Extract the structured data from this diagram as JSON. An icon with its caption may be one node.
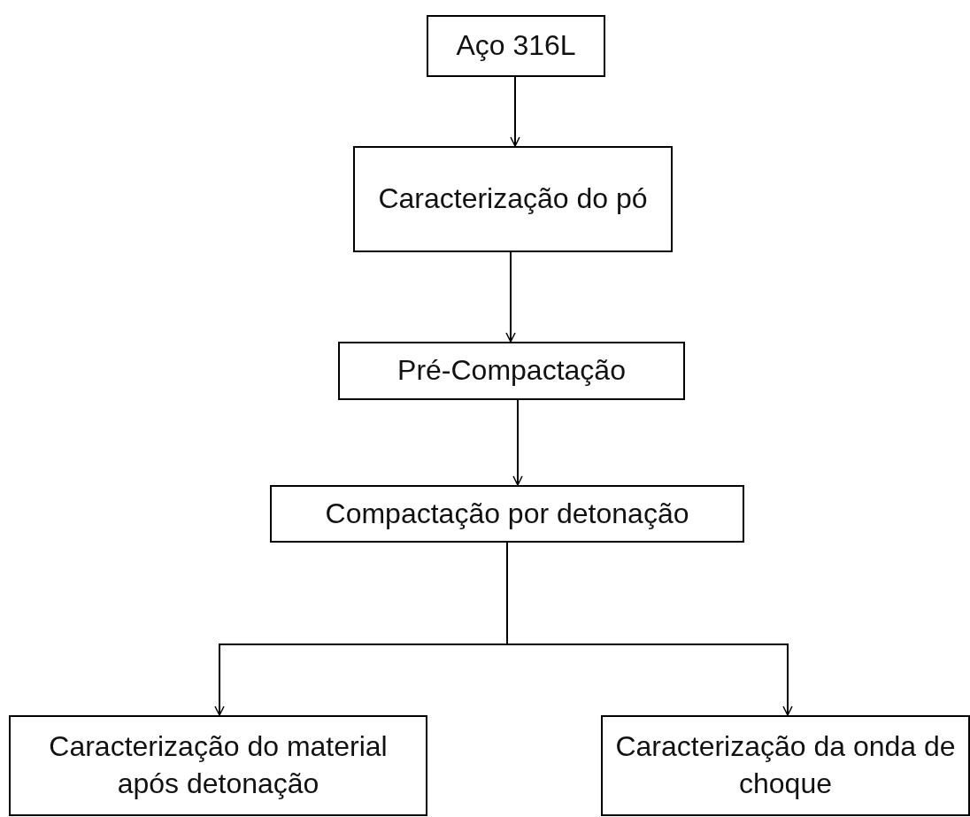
{
  "diagram": {
    "nodes": [
      {
        "text": [
          "Aço 316L"
        ]
      },
      {
        "text": [
          "Caracterização do pó"
        ]
      },
      {
        "text": [
          "Pré-Compactação"
        ]
      },
      {
        "text": [
          "Compactação por detonação"
        ]
      },
      {
        "text": [
          "Caracterização do material após detonação"
        ]
      },
      {
        "text": [
          "Caracterização da onda de choque"
        ]
      }
    ],
    "edges": [
      {
        "from": 0,
        "to": 1,
        "arrow": "to"
      },
      {
        "from": 1,
        "to": 2,
        "arrow": "to"
      },
      {
        "from": 2,
        "to": 3,
        "arrow": "to"
      },
      {
        "from": 3,
        "to": 4,
        "arrow": "to"
      },
      {
        "from": 3,
        "to": 5,
        "arrow": "to"
      }
    ]
  }
}
